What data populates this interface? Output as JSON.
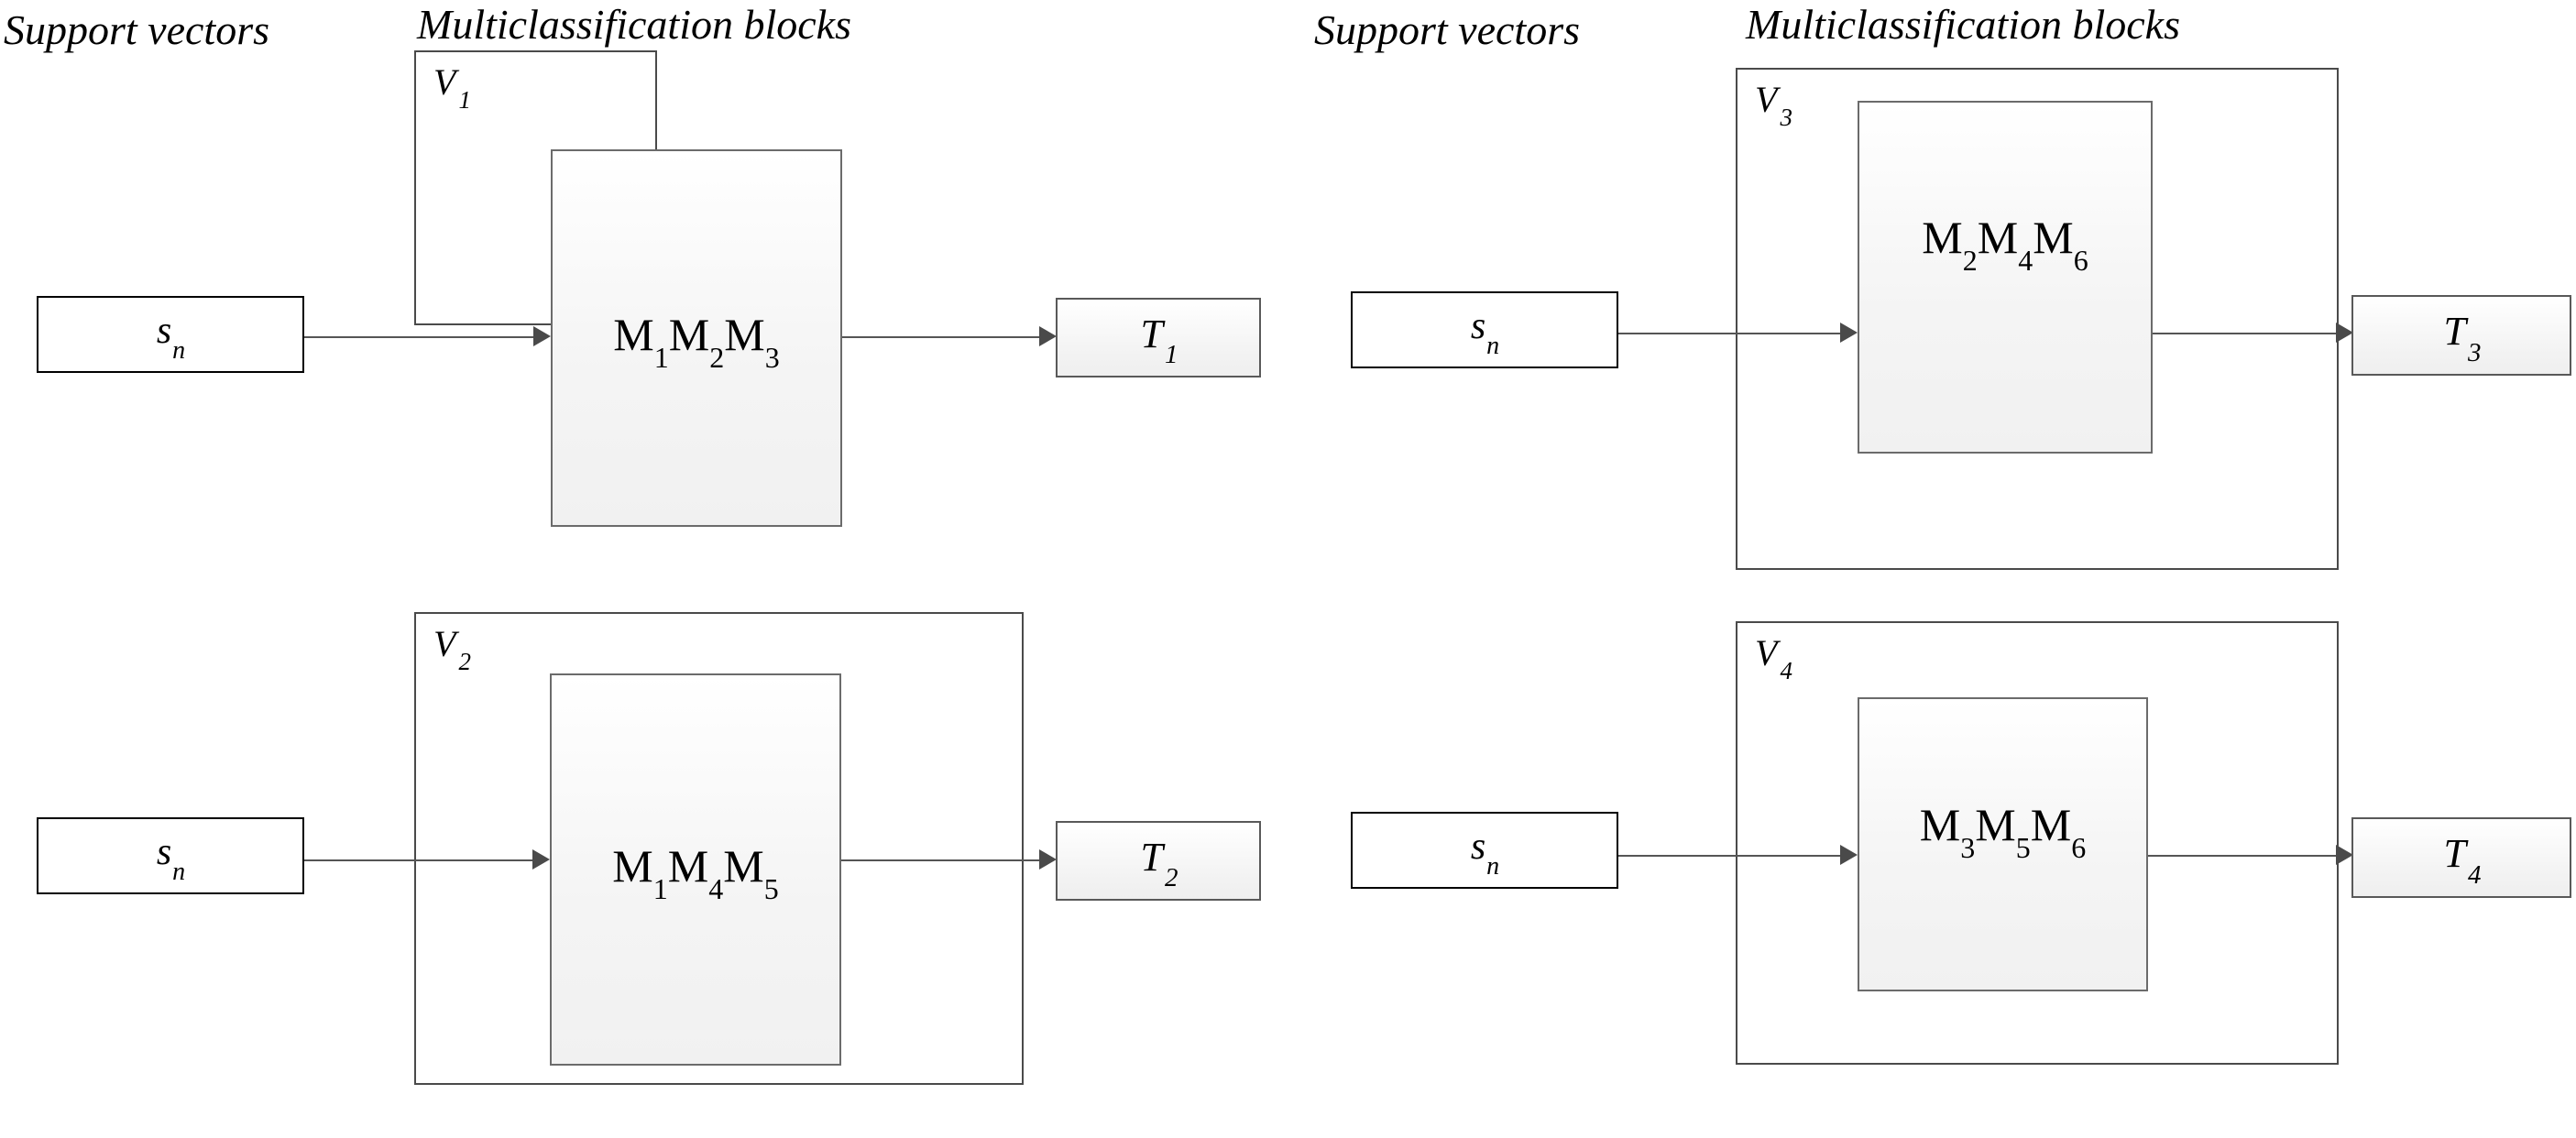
{
  "panels": [
    {
      "support_header": "Support vectors",
      "blocks_header": "Multiclassification blocks",
      "groups": [
        {
          "v_label": "V",
          "v_sub": "1",
          "source_label": "s",
          "source_sub": "n",
          "block_label": "M",
          "block_text_parts": [
            {
              "base": "M",
              "sub": "1"
            },
            {
              "base": "M",
              "sub": "2"
            },
            {
              "base": "M",
              "sub": "3"
            }
          ],
          "target_label": "T",
          "target_sub": "1"
        },
        {
          "v_label": "V",
          "v_sub": "2",
          "source_label": "s",
          "source_sub": "n",
          "block_label": "M",
          "block_text_parts": [
            {
              "base": "M",
              "sub": "1"
            },
            {
              "base": "M",
              "sub": "4"
            },
            {
              "base": "M",
              "sub": "5"
            }
          ],
          "target_label": "T",
          "target_sub": "2"
        }
      ]
    },
    {
      "support_header": "Support vectors",
      "blocks_header": "Multiclassification blocks",
      "groups": [
        {
          "v_label": "V",
          "v_sub": "3",
          "source_label": "s",
          "source_sub": "n",
          "block_label": "M",
          "block_text_parts": [
            {
              "base": "M",
              "sub": "2"
            },
            {
              "base": "M",
              "sub": "4"
            },
            {
              "base": "M",
              "sub": "6"
            }
          ],
          "target_label": "T",
          "target_sub": "3"
        },
        {
          "v_label": "V",
          "v_sub": "4",
          "source_label": "s",
          "source_sub": "n",
          "block_label": "M",
          "block_text_parts": [
            {
              "base": "M",
              "sub": "3"
            },
            {
              "base": "M",
              "sub": "5"
            },
            {
              "base": "M",
              "sub": "6"
            }
          ],
          "target_label": "T",
          "target_sub": "4"
        }
      ]
    }
  ],
  "colors": {
    "background": "#ffffff",
    "text": "#000000",
    "box_border_dark": "#000000",
    "box_border_gray": "#595959",
    "connector": "#555555",
    "arrowhead": "#4a4a4a",
    "gradient_top": "#ffffff",
    "gradient_bottom": "#efefef"
  }
}
